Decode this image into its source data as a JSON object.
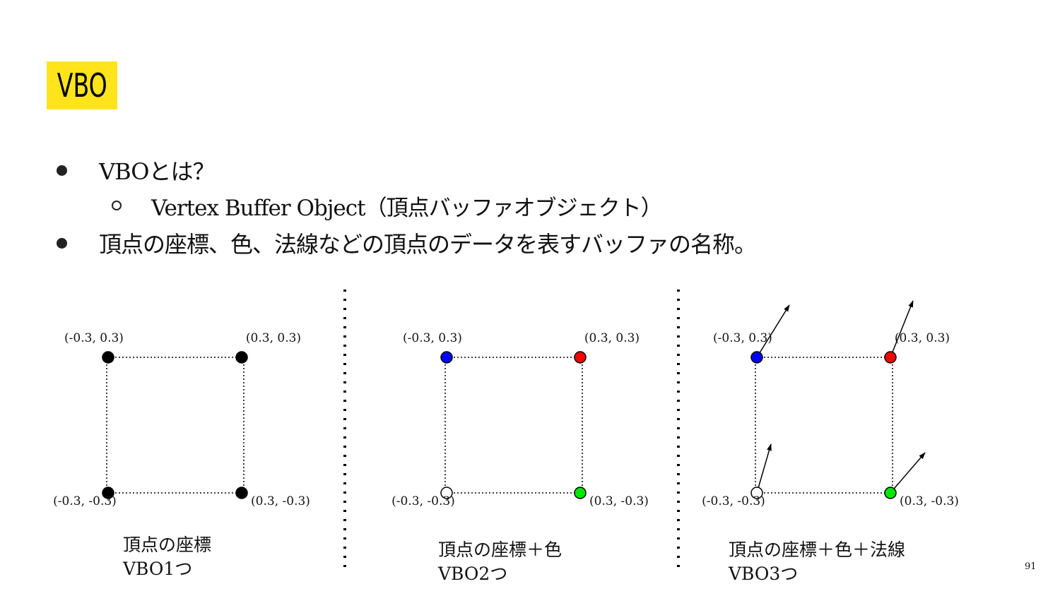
{
  "title": "VBO",
  "bullets": [
    {
      "level": 1,
      "text": "VBOとは？"
    },
    {
      "level": 2,
      "text": "Vertex Buffer Object（頂点バッファオブジェクト）"
    },
    {
      "level": 1,
      "text": "頂点の座標、色、法線などの頂点のデータを表すバッファの名称。"
    }
  ],
  "coordinate_labels": {
    "top_left": "(-0.3, 0.3)",
    "top_right": "(0.3, 0.3)",
    "bottom_left": "(-0.3, -0.3)",
    "bottom_right": "(0.3, -0.3)"
  },
  "panels": [
    {
      "caption_line1": "頂点の座標",
      "caption_line2": "VBO1つ",
      "vertex_colors": {
        "top_left": "#000000",
        "top_right": "#000000",
        "bottom_left": "#000000",
        "bottom_right": "#000000"
      },
      "normals": false
    },
    {
      "caption_line1": "頂点の座標＋色",
      "caption_line2": "VBO2つ",
      "vertex_colors": {
        "top_left": "#0000FF",
        "top_right": "#FF0000",
        "bottom_left": "#FFFFFF",
        "bottom_right": "#00E600"
      },
      "normals": false
    },
    {
      "caption_line1": "頂点の座標＋色＋法線",
      "caption_line2": "VBO3つ",
      "vertex_colors": {
        "top_left": "#0000FF",
        "top_right": "#FF0000",
        "bottom_left": "#FFFFFF",
        "bottom_right": "#00E600"
      },
      "normals": true
    }
  ],
  "page_number": "91",
  "colors": {
    "title_highlight": "#FFE41C"
  }
}
